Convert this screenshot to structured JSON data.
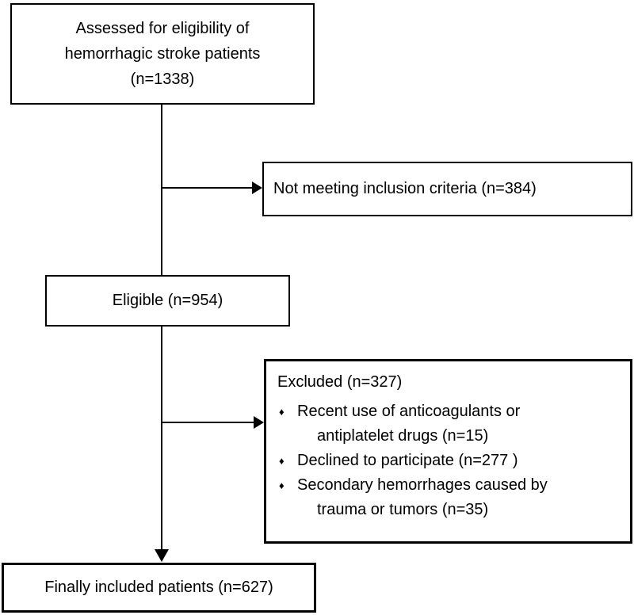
{
  "colors": {
    "background": "#ffffff",
    "line": "#000000",
    "text": "#000000"
  },
  "flow": {
    "assessed": {
      "label": "Assessed for eligibility of\nhemorrhagic stroke patients\n(n=1338)",
      "n": 1338
    },
    "not_meeting": {
      "label": "Not meeting inclusion criteria (n=384)",
      "n": 384
    },
    "eligible": {
      "label": "Eligible (n=954)",
      "n": 954
    },
    "excluded": {
      "title": "Excluded (n=327)",
      "n": 327,
      "bullet_icon": "♦",
      "items": [
        "Recent use of anticoagulants or\nantiplatelet drugs (n=15)",
        "Declined to participate (n=277 )",
        "Secondary hemorrhages caused by\ntrauma or tumors (n=35)"
      ]
    },
    "final": {
      "label": "Finally included patients (n=627)",
      "n": 627
    }
  }
}
